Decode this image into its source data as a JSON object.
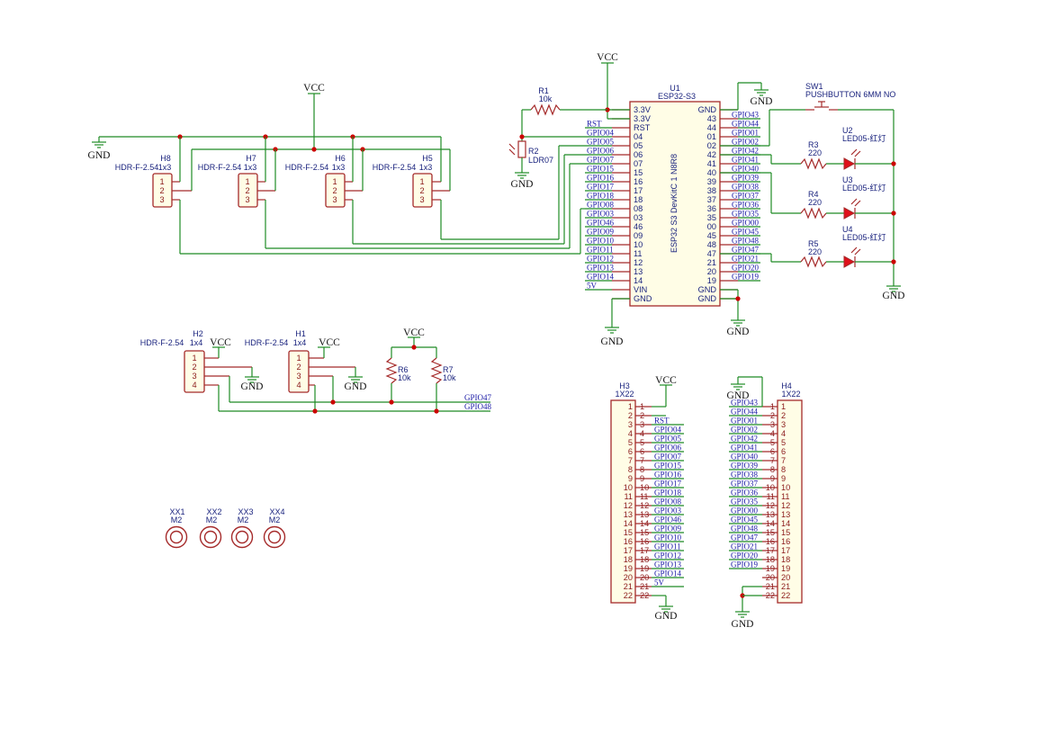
{
  "power": {
    "vcc": "VCC",
    "gnd": "GND"
  },
  "u1": {
    "ref": "U1",
    "value": "ESP32-S3",
    "title": "ESP32 S3 DevKitC 1 N8R8",
    "left_pins": [
      "3.3V",
      "3.3V",
      "RST",
      "04",
      "05",
      "06",
      "07",
      "15",
      "16",
      "17",
      "18",
      "08",
      "03",
      "46",
      "09",
      "10",
      "11",
      "12",
      "13",
      "14",
      "VIN",
      "GND"
    ],
    "right_pins": [
      "GND",
      "43",
      "44",
      "01",
      "02",
      "42",
      "41",
      "40",
      "39",
      "38",
      "37",
      "36",
      "35",
      "00",
      "45",
      "48",
      "47",
      "21",
      "20",
      "19",
      "GND",
      "GND"
    ],
    "left_nets": [
      "",
      "",
      "RST",
      "GPIO04",
      "GPIO05",
      "GPIO06",
      "GPIO07",
      "GPIO15",
      "GPIO16",
      "GPIO17",
      "GPIO18",
      "GPIO08",
      "GPIO03",
      "GPIO46",
      "GPIO09",
      "GPIO10",
      "GPIO11",
      "GPIO12",
      "GPIO13",
      "GPIO14",
      "5V",
      ""
    ],
    "right_nets": [
      "",
      "GPIO43",
      "GPIO44",
      "GPIO01",
      "GPIO02",
      "GPIO42",
      "GPIO41",
      "GPIO40",
      "GPIO39",
      "GPIO38",
      "GPIO37",
      "GPIO36",
      "GPIO35",
      "GPIO00",
      "GPIO45",
      "GPIO48",
      "GPIO47",
      "GPIO21",
      "GPIO20",
      "GPIO19",
      "",
      ""
    ]
  },
  "r1": {
    "ref": "R1",
    "value": "10k"
  },
  "r2": {
    "ref": "R2",
    "value": "LDR07"
  },
  "r3": {
    "ref": "R3",
    "value": "220"
  },
  "r4": {
    "ref": "R4",
    "value": "220"
  },
  "r5": {
    "ref": "R5",
    "value": "220"
  },
  "r6": {
    "ref": "R6",
    "value": "10k"
  },
  "r7": {
    "ref": "R7",
    "value": "10k"
  },
  "sw1": {
    "ref": "SW1",
    "value": "PUSHBUTTON 6MM NO"
  },
  "u2": {
    "ref": "U2",
    "value": "LED05-红灯"
  },
  "u3": {
    "ref": "U3",
    "value": "LED05-红灯"
  },
  "u4": {
    "ref": "U4",
    "value": "LED05-红灯"
  },
  "h5": {
    "ref": "H5",
    "value": "HDR-F-2.54",
    "size": "1x3"
  },
  "h6": {
    "ref": "H6",
    "value": "HDR-F-2.54",
    "size": "1x3"
  },
  "h7": {
    "ref": "H7",
    "value": "HDR-F-2.54",
    "size": "1x3"
  },
  "h8": {
    "ref": "H8",
    "value": "HDR-F-2.54",
    "size": "1x3"
  },
  "h1": {
    "ref": "H1",
    "value": "HDR-F-2.54",
    "size": "1x4"
  },
  "h2": {
    "ref": "H2",
    "value": "HDR-F-2.54",
    "size": "1x4"
  },
  "h1h2_nets": [
    "GPIO47",
    "GPIO48"
  ],
  "h3": {
    "ref": "H3",
    "value": "1X22",
    "nets": [
      "",
      "",
      "RST",
      "GPIO04",
      "GPIO05",
      "GPIO06",
      "GPIO07",
      "GPIO15",
      "GPIO16",
      "GPIO17",
      "GPIO18",
      "GPIO08",
      "GPIO03",
      "GPIO46",
      "GPIO09",
      "GPIO10",
      "GPIO11",
      "GPIO12",
      "GPIO13",
      "GPIO14",
      "5V",
      ""
    ]
  },
  "h4": {
    "ref": "H4",
    "value": "1X22",
    "nets": [
      "GPIO43",
      "GPIO44",
      "GPIO01",
      "GPIO02",
      "GPIO42",
      "GPIO41",
      "GPIO40",
      "GPIO39",
      "GPIO38",
      "GPIO37",
      "GPIO36",
      "GPIO35",
      "GPIO00",
      "GPIO45",
      "GPIO48",
      "GPIO47",
      "GPIO21",
      "GPIO20",
      "GPIO19",
      "",
      "",
      ""
    ]
  },
  "holes": [
    {
      "ref": "XX1",
      "value": "M2"
    },
    {
      "ref": "XX2",
      "value": "M2"
    },
    {
      "ref": "XX3",
      "value": "M2"
    },
    {
      "ref": "XX4",
      "value": "M2"
    }
  ],
  "colors": {
    "wire": "#1f8b24",
    "symbol": "#a52a2a",
    "junction": "#cc0000",
    "label": "#1a237e",
    "fill": "#fffde6"
  }
}
